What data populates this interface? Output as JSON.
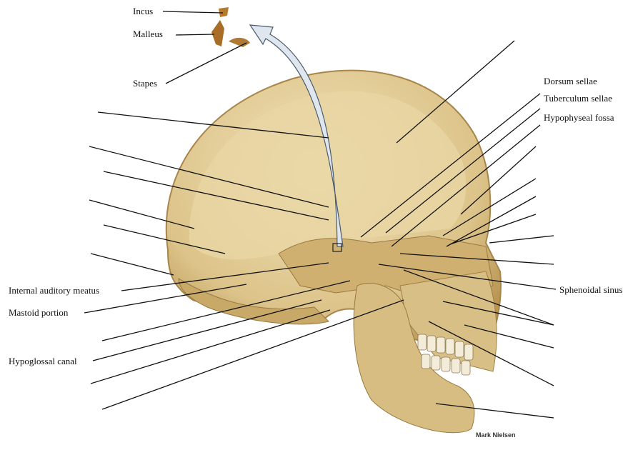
{
  "labels": {
    "incus": "Incus",
    "malleus": "Malleus",
    "stapes": "Stapes",
    "dorsum_sellae": "Dorsum sellae",
    "tuberculum_sellae": "Tuberculum sellae",
    "hypophyseal_fossa": "Hypophyseal fossa",
    "sphenoidal_sinus": "Sphenoidal sinus",
    "internal_auditory_meatus": "Internal auditory meatus",
    "mastoid_portion": "Mastoid portion",
    "hypoglossal_canal": "Hypoglossal canal"
  },
  "credit": "Mark Nielsen",
  "colors": {
    "bone": "#e3cf9a",
    "bone_dark": "#b8975a",
    "arrow": "#dfe6ee",
    "arrow_edge": "#4a5b6e"
  }
}
